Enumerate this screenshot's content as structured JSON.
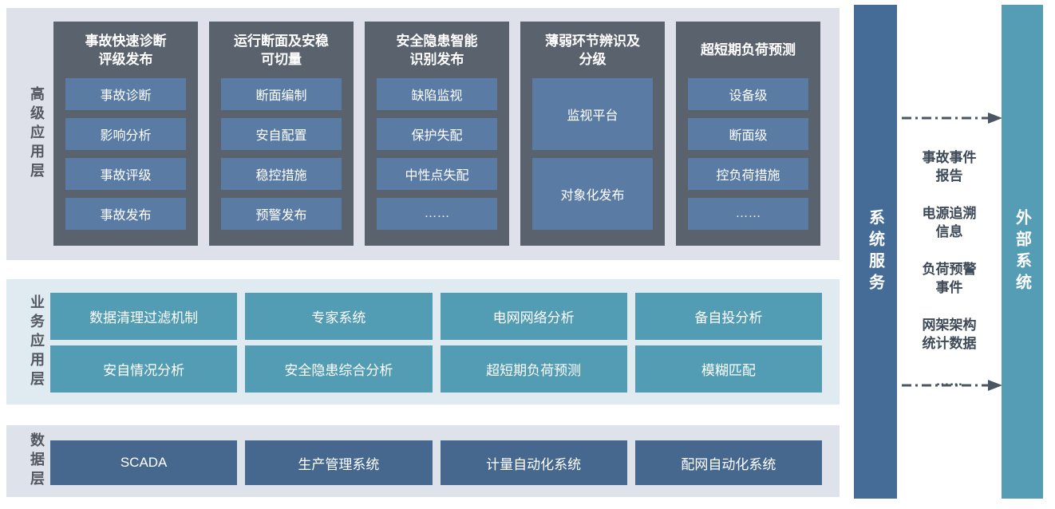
{
  "layers": {
    "advanced": {
      "label": "高级应用层",
      "columns": [
        {
          "title": "事故快速诊断\n评级发布",
          "items": [
            "事故诊断",
            "影响分析",
            "事故评级",
            "事故发布"
          ]
        },
        {
          "title": "运行断面及安稳\n可切量",
          "items": [
            "断面编制",
            "安自配置",
            "稳控措施",
            "预警发布"
          ]
        },
        {
          "title": "安全隐患智能\n识别发布",
          "items": [
            "缺陷监视",
            "保护失配",
            "中性点失配",
            "……"
          ]
        },
        {
          "title": "薄弱环节辨识及\n分级",
          "items": [
            "监视平台",
            "对象化发布"
          ]
        },
        {
          "title": "超短期负荷预测",
          "items": [
            "设备级",
            "断面级",
            "控负荷措施",
            "……"
          ]
        }
      ]
    },
    "business": {
      "label": "业务应用层",
      "rows": [
        [
          "数据清理过滤机制",
          "专家系统",
          "电网网络分析",
          "备自投分析"
        ],
        [
          "安自情况分析",
          "安全隐患综合分析",
          "超短期负荷预测",
          "模糊匹配"
        ]
      ]
    },
    "data": {
      "label": "数据层",
      "items": [
        "SCADA",
        "生产管理系统",
        "计量自动化系统",
        "配网自动化系统"
      ]
    }
  },
  "right_panel": {
    "system_service_label": "系统服务",
    "external_system_label": "外部系统",
    "exchange_items": [
      "事故事件\n报告",
      "电源追溯\n信息",
      "负荷预警\n事件",
      "网架架构\n统计数据",
      "……"
    ]
  },
  "colors": {
    "top_section_bg": "#dee1e9",
    "mid_section_bg": "#dfeaf1",
    "data_section_bg": "#dde2eb",
    "card_bg": "#5a626e",
    "card_item_bg": "#5a7ca4",
    "business_item_bg": "#529cb4",
    "data_item_bg": "#46688f",
    "system_bar_bg": "#456c97",
    "external_bar_bg": "#549db5",
    "arrow_color": "#4a5663",
    "label_color": "#54585f"
  }
}
